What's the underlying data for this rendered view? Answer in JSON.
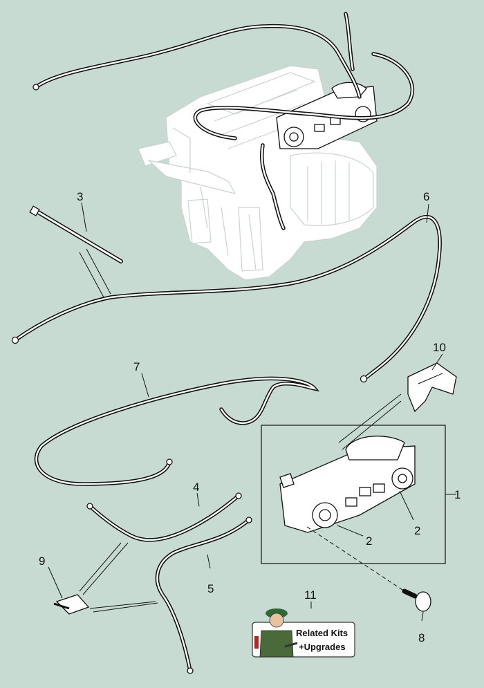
{
  "callouts": [
    {
      "id": "1",
      "label": "1"
    },
    {
      "id": "2a",
      "label": "2"
    },
    {
      "id": "2b",
      "label": "2"
    },
    {
      "id": "3",
      "label": "3"
    },
    {
      "id": "4",
      "label": "4"
    },
    {
      "id": "5",
      "label": "5"
    },
    {
      "id": "6",
      "label": "6"
    },
    {
      "id": "7",
      "label": "7"
    },
    {
      "id": "8",
      "label": "8"
    },
    {
      "id": "9",
      "label": "9"
    },
    {
      "id": "10",
      "label": "10"
    },
    {
      "id": "11",
      "label": "11"
    }
  ],
  "badge": {
    "line1": "Related Kits",
    "line2": "+Upgrades"
  },
  "colors": {
    "background": "#c7dbd2",
    "ink": "#111111",
    "ghost": "#ffffff",
    "badge_bg": "#ffffff"
  }
}
